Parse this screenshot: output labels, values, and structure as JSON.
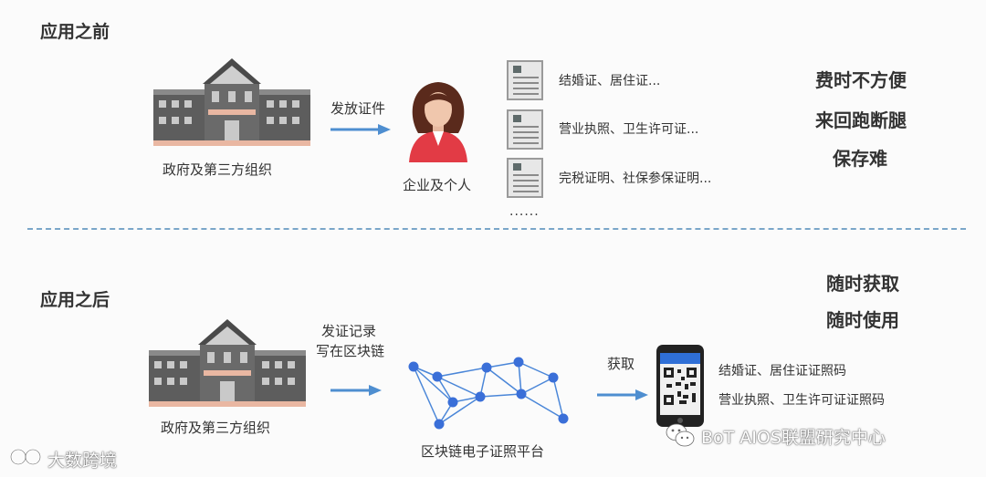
{
  "before": {
    "title": "应用之前",
    "gov_label": "政府及第三方组织",
    "arrow_label": "发放证件",
    "person_label": "企业及个人",
    "docs": [
      "结婚证、居住证...",
      "营业执照、卫生许可证...",
      "完税证明、社保参保证明..."
    ],
    "more": "......",
    "problems": [
      "费时不方便",
      "来回跑断腿",
      "保存难"
    ]
  },
  "after": {
    "title": "应用之后",
    "gov_label": "政府及第三方组织",
    "arrow_label_1": "发证记录",
    "arrow_label_2": "写在区块链",
    "platform_label": "区块链电子证照平台",
    "get_label": "获取",
    "phone_items": [
      "结婚证、居住证证照码",
      "营业执照、卫生许可证证照码"
    ],
    "benefits": [
      "随时获取",
      "随时使用"
    ]
  },
  "watermarks": {
    "left": "大数跨境",
    "right": "BoT AIOS联盟研究中心"
  },
  "colors": {
    "arrow": "#4e8ed0",
    "node": "#3a6fd8",
    "edge": "#4a86d8",
    "building": "#5d5d5d",
    "person_shirt": "#e23b45",
    "divider": "#7aa6c9"
  }
}
